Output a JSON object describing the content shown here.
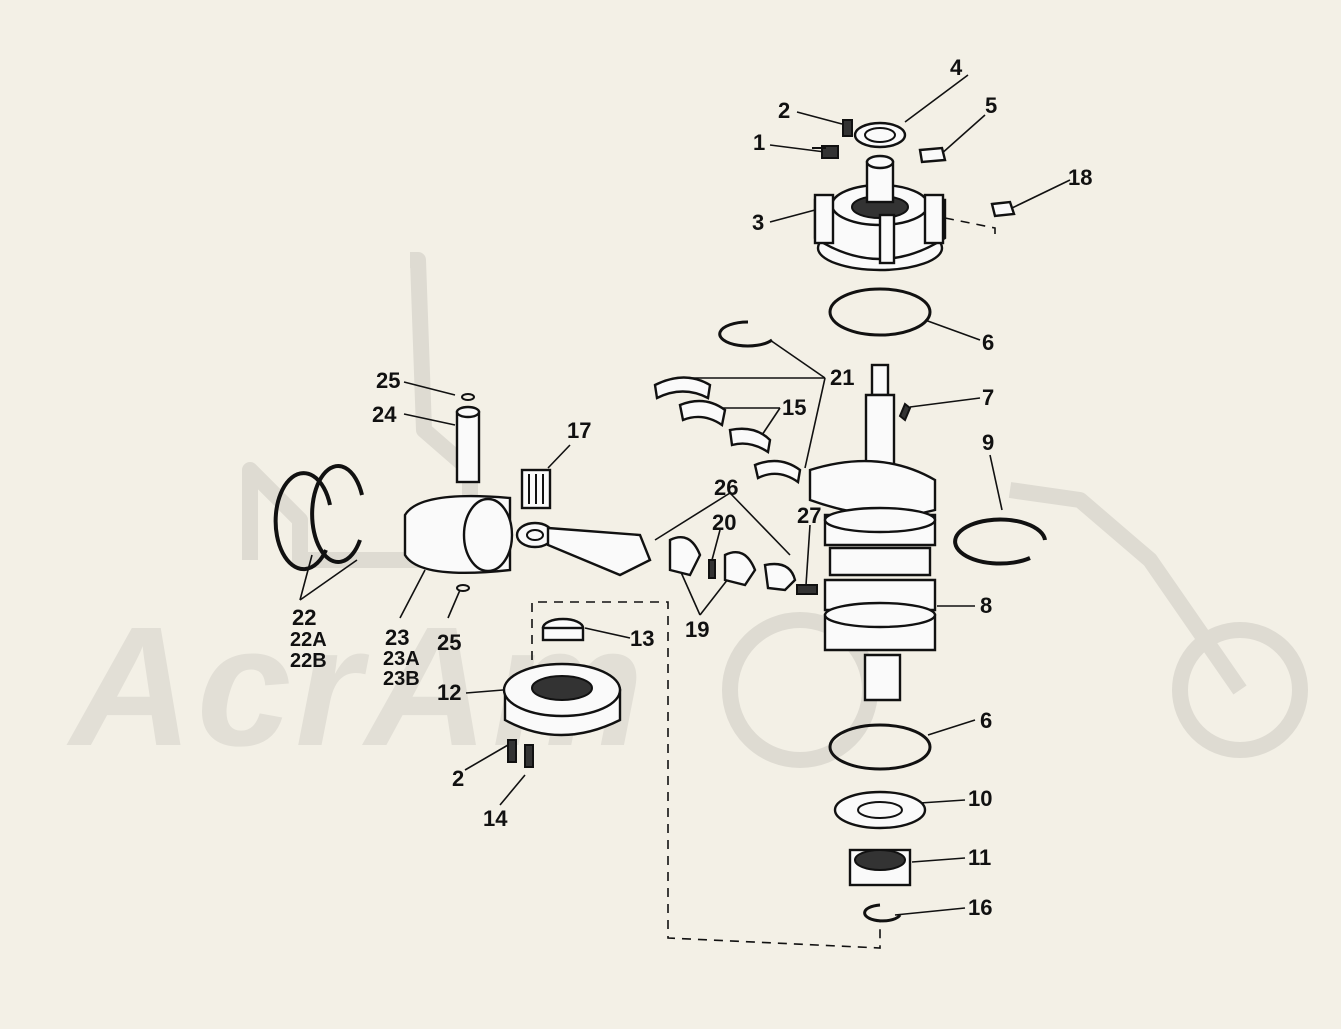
{
  "diagram": {
    "watermark": {
      "text": "AcrAm"
    },
    "labels": {
      "n1": "1",
      "n2a": "2",
      "n2b": "2",
      "n3": "3",
      "n4": "4",
      "n5": "5",
      "n6a": "6",
      "n6b": "6",
      "n7": "7",
      "n8": "8",
      "n9": "9",
      "n10": "10",
      "n11": "11",
      "n12": "12",
      "n13": "13",
      "n14": "14",
      "n15": "15",
      "n16": "16",
      "n17": "17",
      "n18": "18",
      "n19": "19",
      "n20": "20",
      "n21": "21",
      "n22": "22",
      "n22a": "22A",
      "n22b": "22B",
      "n23": "23",
      "n23a": "23A",
      "n23b": "23B",
      "n24": "24",
      "n25a": "25",
      "n25b": "25",
      "n26": "26",
      "n27": "27"
    }
  }
}
